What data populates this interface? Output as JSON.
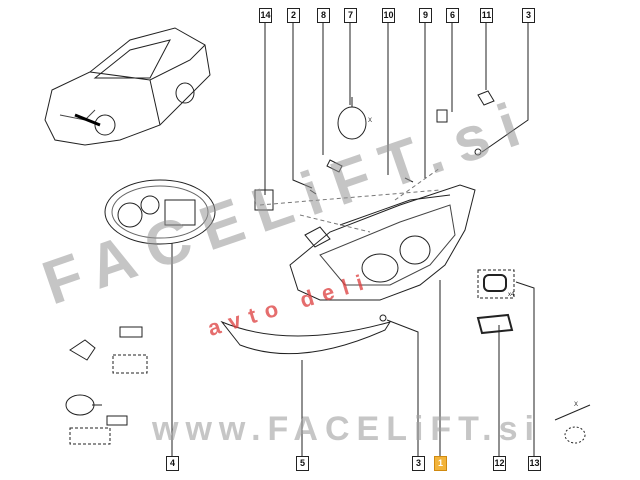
{
  "callouts_top": [
    {
      "label": "14"
    },
    {
      "label": "2"
    },
    {
      "label": "8"
    },
    {
      "label": "7"
    },
    {
      "label": "10"
    },
    {
      "label": "9"
    },
    {
      "label": "6"
    },
    {
      "label": "11"
    },
    {
      "label": "3"
    }
  ],
  "callouts_bottom": [
    {
      "label": "4"
    },
    {
      "label": "5"
    },
    {
      "label": "3"
    },
    {
      "label": "1",
      "highlighted": true
    },
    {
      "label": "12"
    },
    {
      "label": "13"
    }
  ],
  "annotations": {
    "x_mark_7": "X",
    "x_mark_bolt": "X",
    "qty_13": "x4"
  },
  "watermarks": {
    "main": "FACELiFT.si",
    "sub": "avto deli",
    "url": "www.FACELiFT.si"
  },
  "colors": {
    "highlight": "#f3b43a",
    "line": "#222222",
    "watermark_red": "#dc3c3c"
  }
}
